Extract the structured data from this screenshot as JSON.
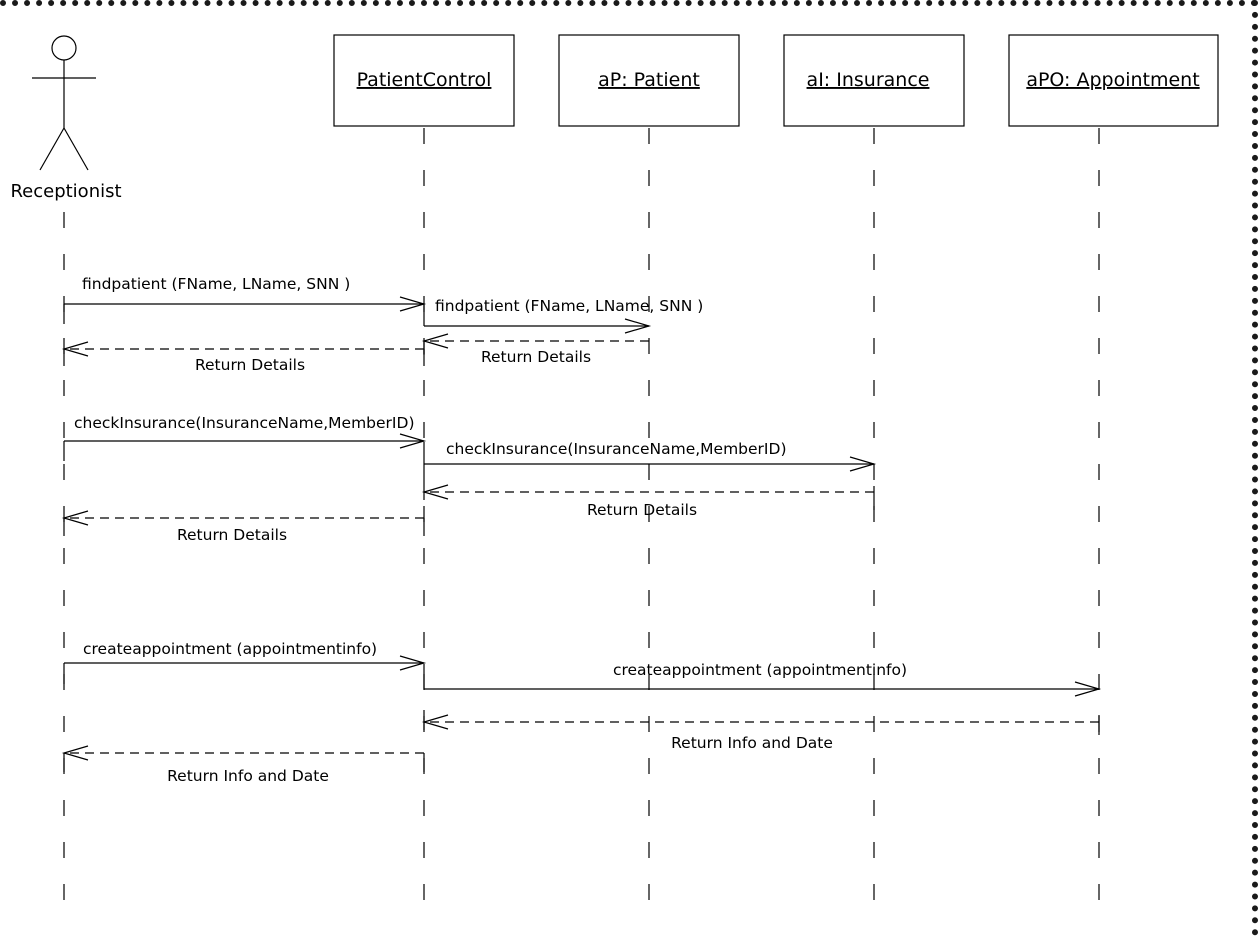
{
  "actor": {
    "name": "Receptionist"
  },
  "objects": [
    {
      "id": "pc",
      "name": "PatientControl"
    },
    {
      "id": "p",
      "name": "aP: Patient"
    },
    {
      "id": "i",
      "name": "aI: Insurance"
    },
    {
      "id": "a",
      "name": "aPO: Appointment"
    }
  ],
  "messages": [
    {
      "id": "m1",
      "label": "findpatient (FName, LName, SNN )",
      "type": "sync",
      "from": "Receptionist",
      "to": "PatientControl"
    },
    {
      "id": "m2",
      "label": "findpatient (FName, LName, SNN )",
      "type": "sync",
      "from": "PatientControl",
      "to": "aP: Patient"
    },
    {
      "id": "m3",
      "label": "Return Details",
      "type": "return",
      "from": "aP: Patient",
      "to": "PatientControl"
    },
    {
      "id": "m4",
      "label": "Return Details",
      "type": "return",
      "from": "PatientControl",
      "to": "Receptionist"
    },
    {
      "id": "m5",
      "label": "checkInsurance(InsuranceName,MemberID)",
      "type": "sync",
      "from": "Receptionist",
      "to": "PatientControl"
    },
    {
      "id": "m6",
      "label": "checkInsurance(InsuranceName,MemberID)",
      "type": "sync",
      "from": "PatientControl",
      "to": "aI: Insurance"
    },
    {
      "id": "m7",
      "label": "Return Details",
      "type": "return",
      "from": "aI: Insurance",
      "to": "PatientControl"
    },
    {
      "id": "m8",
      "label": "Return Details",
      "type": "return",
      "from": "PatientControl",
      "to": "Receptionist"
    },
    {
      "id": "m9",
      "label": "createappointment (appointmentinfo)",
      "type": "sync",
      "from": "Receptionist",
      "to": "PatientControl"
    },
    {
      "id": "m10",
      "label": "createappointment (appointmentinfo)",
      "type": "sync",
      "from": "PatientControl",
      "to": "aPO: Appointment"
    },
    {
      "id": "m11",
      "label": "Return Info and Date",
      "type": "return",
      "from": "aPO: Appointment",
      "to": "PatientControl"
    },
    {
      "id": "m12",
      "label": "Return Info and Date",
      "type": "return",
      "from": "PatientControl",
      "to": "Receptionist"
    }
  ]
}
